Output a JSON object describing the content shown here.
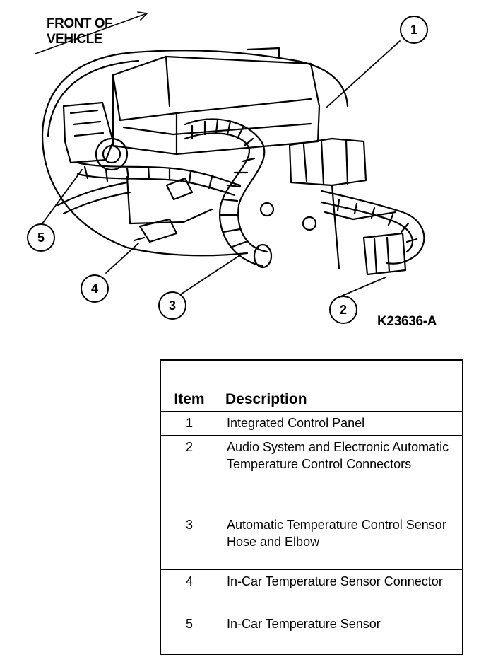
{
  "figure": {
    "front_label_line1": "FRONT OF",
    "front_label_line2": "VEHICLE",
    "figure_id": "K23636-A",
    "callouts": [
      "1",
      "2",
      "3",
      "4",
      "5"
    ]
  },
  "table": {
    "headers": {
      "item": "Item",
      "description": "Description"
    },
    "rows": [
      {
        "item": "1",
        "description": "Integrated Control Panel"
      },
      {
        "item": "2",
        "description": "Audio System and Electronic Automatic Temperature Control Connectors"
      },
      {
        "item": "3",
        "description": "Automatic Temperature Control Sensor Hose and Elbow"
      },
      {
        "item": "4",
        "description": "In-Car Temperature Sensor Connector"
      },
      {
        "item": "5",
        "description": "In-Car Temperature Sensor"
      }
    ]
  }
}
